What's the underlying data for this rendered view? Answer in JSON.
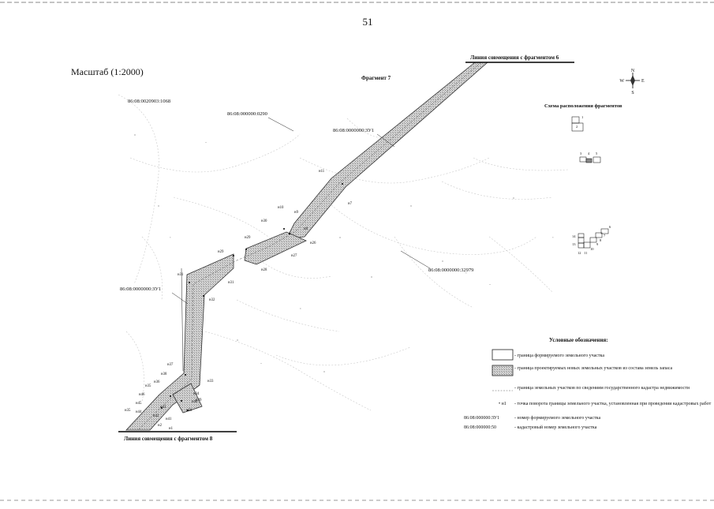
{
  "page_number": "51",
  "scale": "Масштаб (1:2000)",
  "fragment_title": "Фрагмент 7",
  "match_lines": {
    "top": "Линия совмещения с фрагментом 6",
    "bottom": "Линия совмещения с фрагментом 8"
  },
  "compass": {
    "n": "N",
    "s": "S",
    "w": "W",
    "e": "E"
  },
  "parcels": [
    "86:08:0020903:1068",
    "86:08:000000:0290",
    "86:08:0000000:ЗУ1",
    "86:08:0000000:32979",
    "86:08:0000000:ЗУ1"
  ],
  "points": [
    "н11",
    "н7",
    "н10",
    "н30",
    "н9",
    "н8",
    "н29",
    "н26",
    "н27",
    "н28",
    "н29",
    "н31",
    "н31",
    "н32",
    "н37",
    "н38",
    "н36",
    "н35",
    "н34",
    "н33",
    "н46",
    "н45",
    "н44",
    "н43",
    "н42",
    "н41",
    "н40",
    "н39",
    "н50",
    "н35",
    "н2",
    "н1"
  ],
  "scheme": {
    "title": "Схема расположения фрагментов",
    "labels": [
      "1",
      "2",
      "3",
      "4",
      "5",
      "6",
      "7",
      "8",
      "9",
      "10",
      "11",
      "12",
      "13",
      "14"
    ]
  },
  "legend": {
    "title": "Условные обозначения:",
    "items": [
      {
        "text": "- граница формируемого земельного участка"
      },
      {
        "text": "- граница проектируемых новых земельных участков из состава земель запаса"
      },
      {
        "text": "- граница земельных участков по сведениям государственного кадастра недвижимости"
      },
      {
        "symbol": "• н1",
        "text": "- точка поворота границы земельного участка, установленная при проведении кадастровых работ"
      },
      {
        "symbol": "86:08:000000:ЗУ1",
        "text": "- номер формируемого земельного участка"
      },
      {
        "symbol": "86:08:000000:50",
        "text": "- кадастровый номер земельного участка"
      }
    ]
  }
}
